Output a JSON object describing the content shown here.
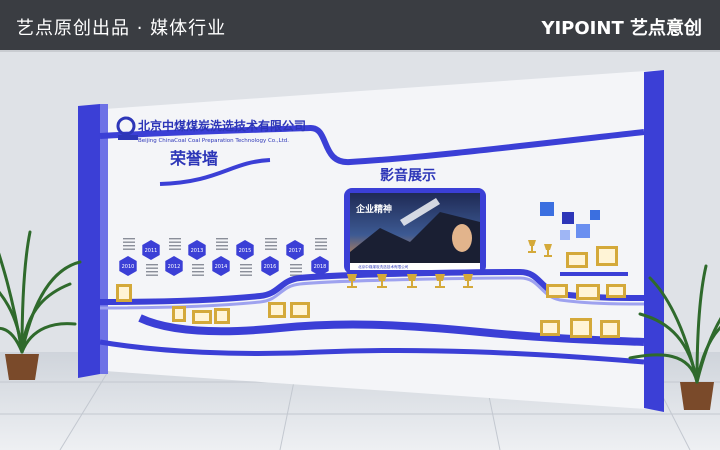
{
  "header": {
    "title": "艺点原创出品 · 媒体行业",
    "brand": "YIPOINT 艺点意创"
  },
  "wall": {
    "company_cn": "北京中煤煤炭洗选技术有限公司",
    "company_en": "Beijing ChinaCoal Coal Preparation Technology Co.,Ltd.",
    "honor_title": "荣誉墙",
    "media_title": "影音展示",
    "years": [
      "2010",
      "2011",
      "2012",
      "2013",
      "2014",
      "2015",
      "2016",
      "2017",
      "2018"
    ],
    "screen": {
      "headline": "企业精神",
      "caption": "北京中煤煤炭洗选技术有限公司"
    }
  },
  "colors": {
    "accent_blue": "#3b3fd6",
    "wall_white": "#f4f5f8",
    "gold": "#d4a93a"
  }
}
